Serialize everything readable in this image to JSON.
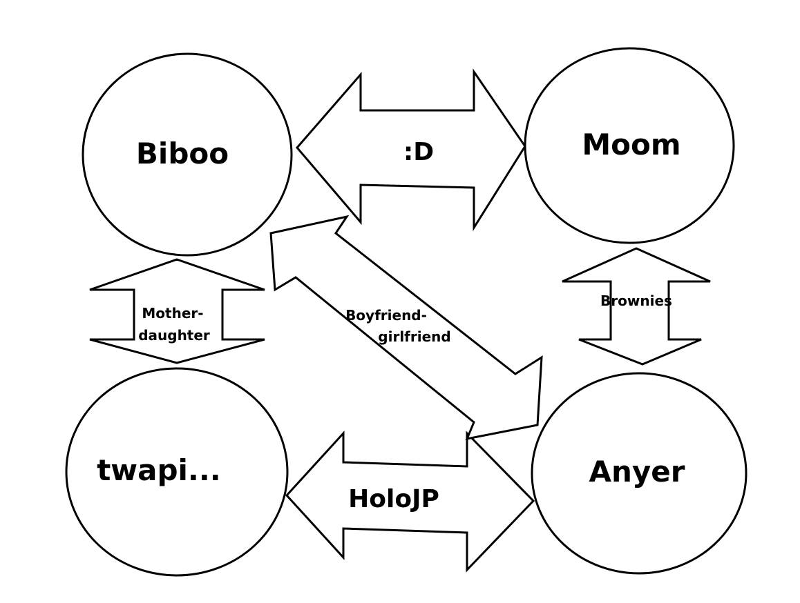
{
  "nodes": {
    "biboo": "Biboo",
    "moom": "Moom",
    "twapi": "twapi...",
    "anyer": "Anyer"
  },
  "edges": {
    "biboo_moom": ":D",
    "biboo_twapi": [
      "Mother-",
      "daughter"
    ],
    "moom_anyer": "Brownies",
    "biboo_anyer": [
      "Boyfriend-",
      "girlfriend"
    ],
    "twapi_anyer": "HoloJP"
  }
}
